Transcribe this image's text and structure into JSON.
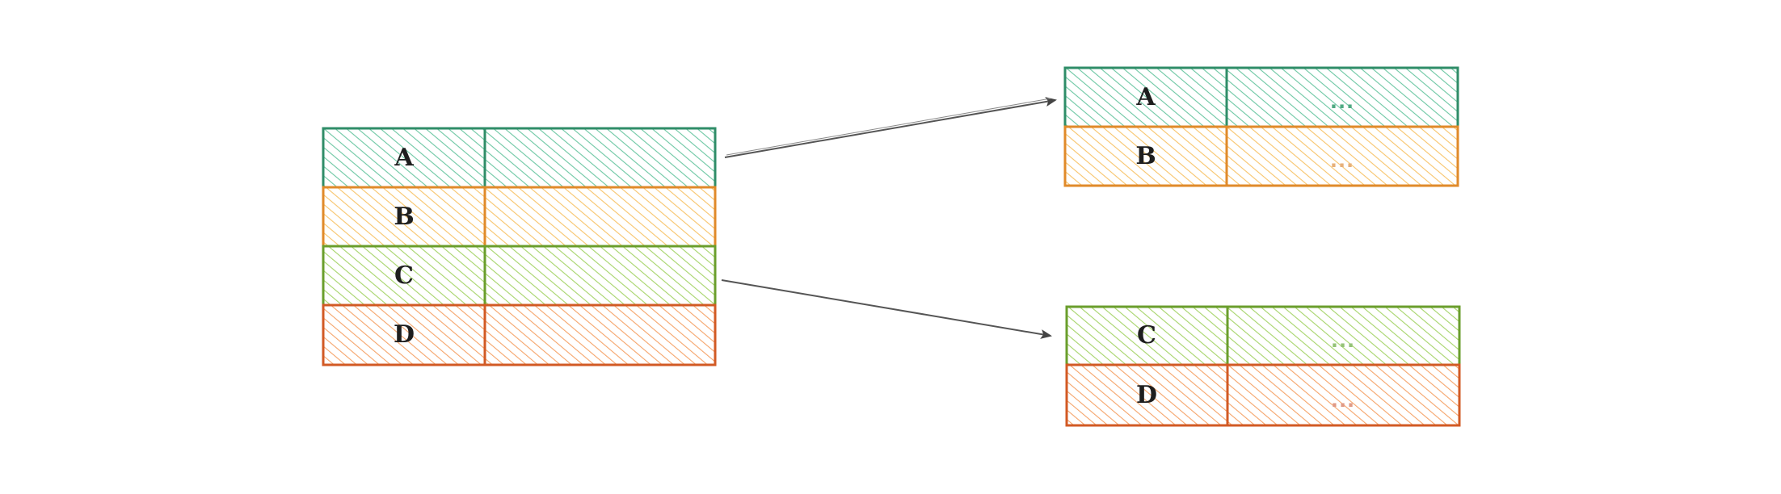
{
  "diagram": {
    "title": "",
    "source_table": {
      "rows": [
        {
          "label": "A",
          "value": "",
          "stroke": "#2f8d68",
          "fill": "#6cc7a3"
        },
        {
          "label": "B",
          "value": "",
          "stroke": "#e08a2a",
          "fill": "#f7c46b"
        },
        {
          "label": "C",
          "value": "",
          "stroke": "#6a9e2c",
          "fill": "#a6d46a"
        },
        {
          "label": "D",
          "value": "",
          "stroke": "#d25a24",
          "fill": "#f5a46a"
        }
      ]
    },
    "target_tables": [
      {
        "rows": [
          {
            "label": "A",
            "value": "...",
            "stroke": "#2f8d68",
            "fill": "#6cc7a3",
            "dots": "#4ea982"
          },
          {
            "label": "B",
            "value": "...",
            "stroke": "#e08a2a",
            "fill": "#f7c46b",
            "dots": "#e6b07a"
          }
        ]
      },
      {
        "rows": [
          {
            "label": "C",
            "value": "...",
            "stroke": "#6a9e2c",
            "fill": "#a6d46a",
            "dots": "#94c277"
          },
          {
            "label": "D",
            "value": "...",
            "stroke": "#d25a24",
            "fill": "#f5a46a",
            "dots": "#e09a86"
          }
        ]
      }
    ],
    "arrows": [
      {
        "from": "source rows A-B",
        "to": "target table 1",
        "color": "#555555"
      },
      {
        "from": "source rows C-D",
        "to": "target table 2",
        "color": "#555555"
      }
    ]
  }
}
